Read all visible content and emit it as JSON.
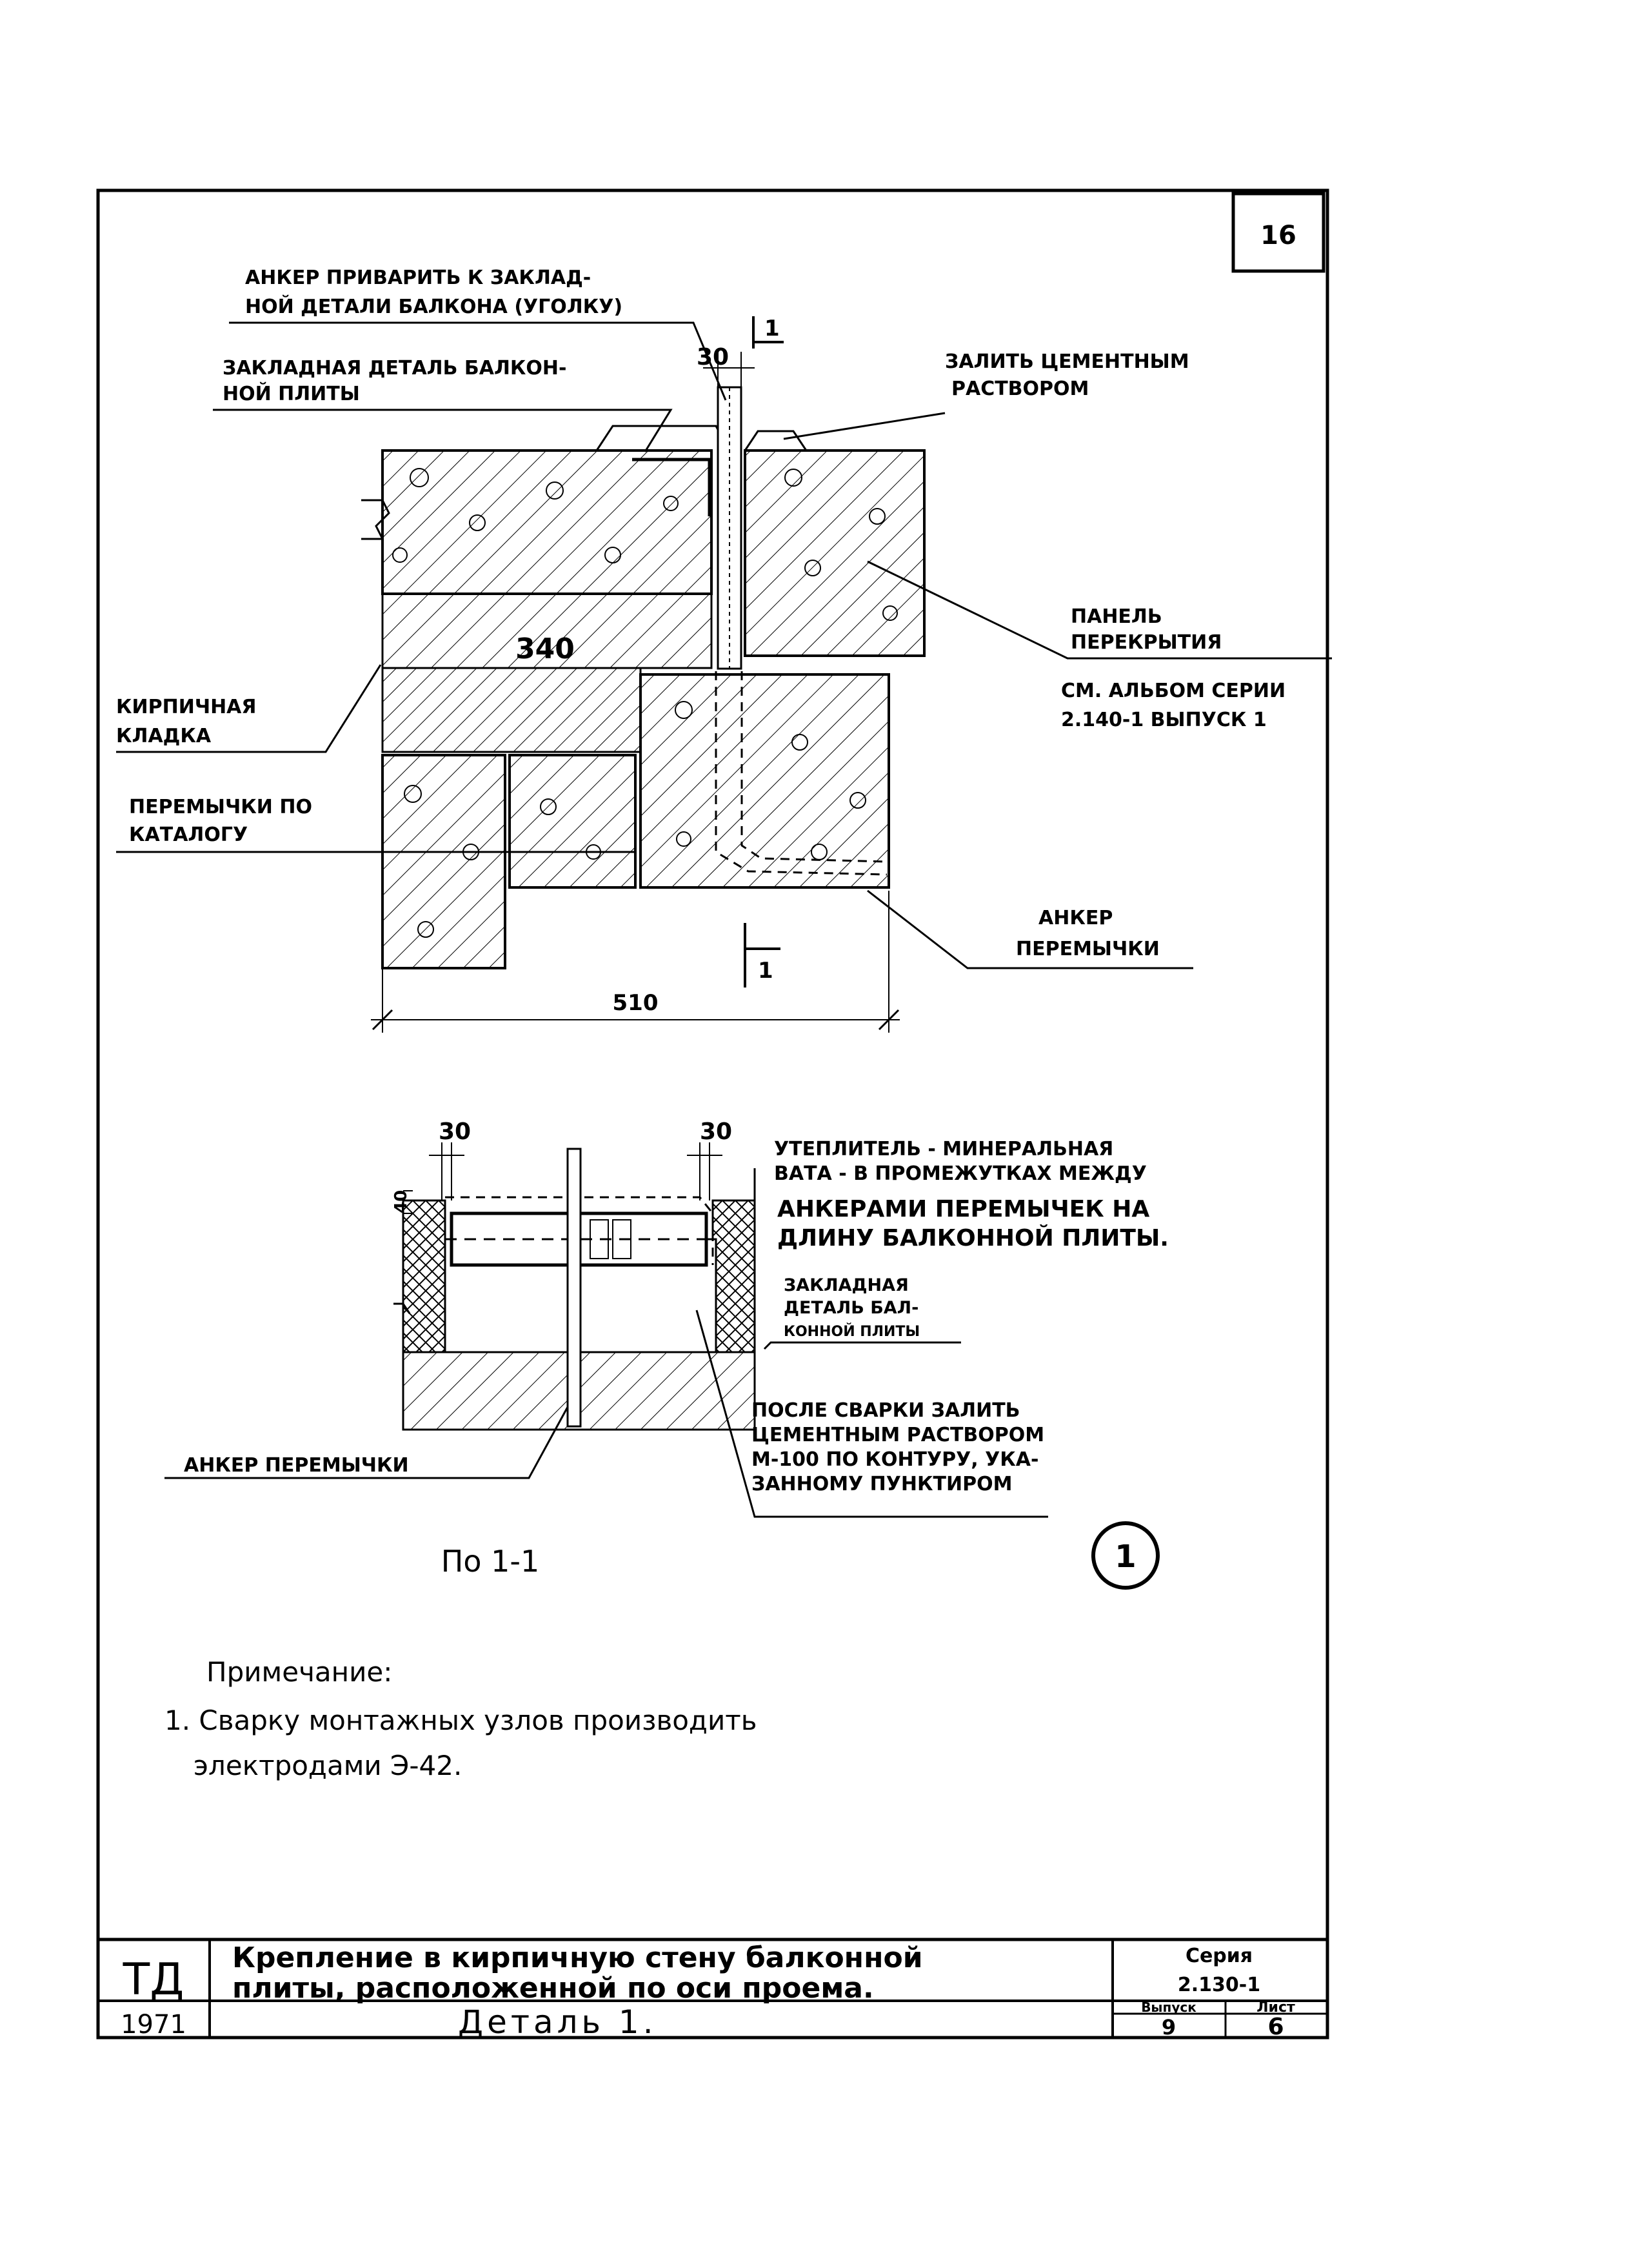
{
  "sheet_number": "16",
  "detail_upper": {
    "callout_anchor_weld": [
      "АНКЕР ПРИВАРИТЬ К ЗАКЛАД-",
      "НОЙ ДЕТАЛИ БАЛКОНА (УГОЛКУ)"
    ],
    "callout_embedded_part": [
      "ЗАКЛАДНАЯ ДЕТАЛЬ БАЛКОН-",
      "НОЙ ПЛИТЫ"
    ],
    "callout_grout": [
      "ЗАЛИТЬ ЦЕМЕНТНЫМ",
      "РАСТВОРОМ"
    ],
    "callout_floor_panel": [
      "ПАНЕЛЬ",
      "ПЕРЕКРЫТИЯ"
    ],
    "callout_series_ref": [
      "СМ. АЛЬБОМ СЕРИИ",
      "2.140-1 ВЫПУСК 1"
    ],
    "callout_masonry": [
      "КИРПИЧНАЯ",
      "КЛАДКА"
    ],
    "callout_lintels": [
      "ПЕРЕМЫЧКИ ПО",
      "КАТАЛОГУ"
    ],
    "callout_lintel_anchor": [
      "АНКЕР",
      "ПЕРЕМЫЧКИ"
    ],
    "dim_30": "30",
    "dim_340": "340",
    "dim_510": "510",
    "section_mark_top": "1",
    "section_mark_bottom": "1"
  },
  "detail_lower": {
    "dim_30_left": "30",
    "dim_30_right": "30",
    "dim_40": "40",
    "callout_insulation": [
      "УТЕПЛИТЕЛЬ - МИНЕРАЛЬНАЯ",
      "ВАТА - В ПРОМЕЖУТКАХ МЕЖДУ",
      "АНКЕРАМИ ПЕРЕМЫЧЕК НА",
      "ДЛИНУ БАЛКОННОЙ ПЛИТЫ."
    ],
    "callout_embedded_part": [
      "ЗАКЛАДНАЯ",
      "ДЕТАЛЬ БАЛ-",
      "КОННОЙ ПЛИТЫ"
    ],
    "callout_after_welding": [
      "ПОСЛЕ СВАРКИ ЗАЛИТЬ",
      "ЦЕМЕНТНЫМ РАСТВОРОМ",
      "М-100 ПО КОНТУРУ, УКА-",
      "ЗАННОМУ ПУНКТИРОМ"
    ],
    "callout_lintel_anchor": "АНКЕР ПЕРЕМЫЧКИ",
    "section_caption": "По 1-1",
    "detail_number": "1"
  },
  "notes": {
    "heading": "Примечание:",
    "items": [
      "1. Сварку монтажных узлов производить",
      "электродами Э-42."
    ]
  },
  "title_block": {
    "org": "ТД",
    "year": "1971",
    "title_line1": "Крепление в кирпичную стену балконной",
    "title_line2": "плиты, расположенной по оси проема.",
    "subtitle": "Деталь 1.",
    "series_label": "Серия",
    "series_value": "2.130-1",
    "issue_label": "Выпуск",
    "issue_value": "9",
    "sheet_label": "Лист",
    "sheet_value": "6"
  }
}
